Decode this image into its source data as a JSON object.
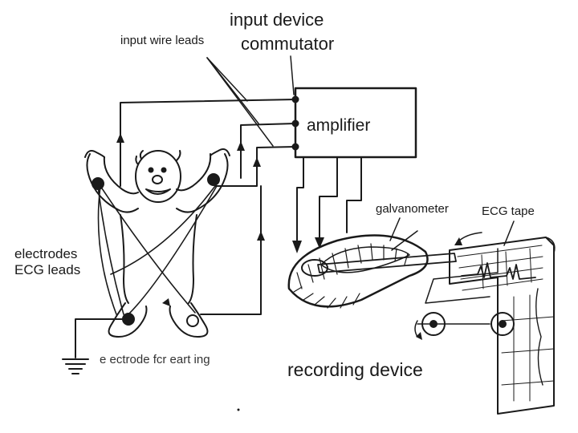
{
  "labels": {
    "input_device": "input device",
    "commutator": "commutator",
    "input_wire_leads": "input wire leads",
    "amplifier": "amplifier",
    "galvanometer": "galvanometer",
    "ecg_tape": "ECG tape",
    "electrodes": "electrodes",
    "ecg_leads": "ECG leads",
    "electrode_for_earthing": "e ectrode fcr eart ing",
    "recording_device": "recording device"
  },
  "colors": {
    "ink": "#1a1a1a",
    "background": "#ffffff"
  }
}
